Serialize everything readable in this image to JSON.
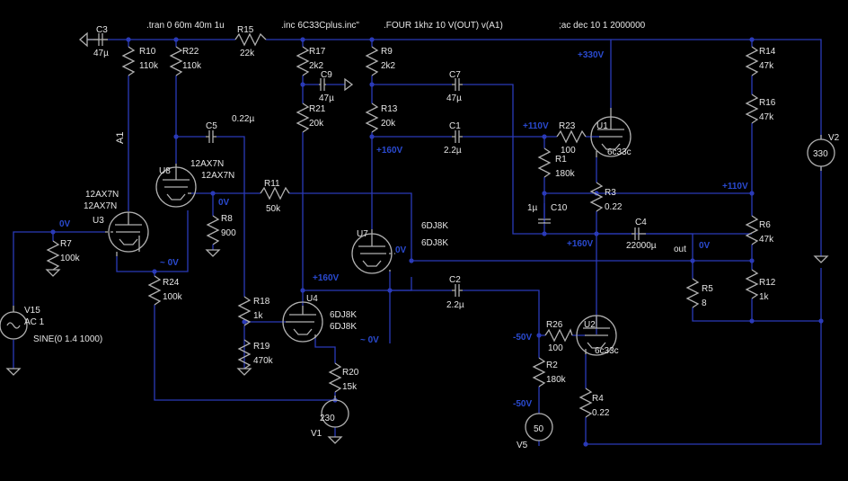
{
  "directives": {
    "tran": ".tran 0 60m 40m 1u",
    "inc": ".inc 6C33Cplus.inc\"",
    "four": ".FOUR 1khz 10 V(OUT) v(A1)",
    "ac": ";ac dec 10 1 2000000"
  },
  "net_labels": {
    "a1": "A1",
    "out": "out",
    "v_0_in": "0V",
    "v_0_u8": "0V",
    "v_0_u7": "0V",
    "v_0_out": "0V",
    "v_approx0_u3": "~ 0V",
    "v_approx0_u4": "~ 0V",
    "v_plus330": "+330V",
    "v_plus110_a": "+110V",
    "v_plus110_b": "+110V",
    "v_plus160_a": "+160V",
    "v_plus160_b": "+160V",
    "v_plus160_c": "+160V",
    "v_minus50_a": "-50V",
    "v_minus50_b": "-50V"
  },
  "components": {
    "C3": {
      "name": "C3",
      "value": "47µ"
    },
    "R10": {
      "name": "R10",
      "value": "110k"
    },
    "R22": {
      "name": "R22",
      "value": "110k"
    },
    "R15": {
      "name": "R15",
      "value": "22k"
    },
    "R17": {
      "name": "R17",
      "value": "2k2"
    },
    "C9": {
      "name": "C9",
      "value": "47µ"
    },
    "R21": {
      "name": "R21",
      "value": "20k"
    },
    "R9": {
      "name": "R9",
      "value": "2k2"
    },
    "C7": {
      "name": "C7",
      "value": "47µ"
    },
    "R13": {
      "name": "R13",
      "value": "20k"
    },
    "C1": {
      "name": "C1",
      "value": "2.2µ"
    },
    "R23": {
      "name": "R23",
      "value": "100"
    },
    "U1": {
      "name": "U1",
      "value": "6c33c"
    },
    "R14": {
      "name": "R14",
      "value": "47k"
    },
    "R16": {
      "name": "R16",
      "value": "47k"
    },
    "V2": {
      "name": "V2",
      "value": "330"
    },
    "C5": {
      "name": "C5",
      "value": "0.22µ"
    },
    "U8": {
      "name": "U8",
      "value": "12AX7N",
      "value2": "12AX7N"
    },
    "U3": {
      "name": "U3",
      "value": "12AX7N",
      "value2": "12AX7N"
    },
    "R11": {
      "name": "R11",
      "value": "50k"
    },
    "R8": {
      "name": "R8",
      "value": "900"
    },
    "R7": {
      "name": "R7",
      "value": "100k"
    },
    "R1": {
      "name": "R1",
      "value": "180k"
    },
    "R3": {
      "name": "R3",
      "value": "0.22"
    },
    "C10": {
      "name": "C10",
      "value": "1µ"
    },
    "U7": {
      "name": "U7",
      "value": "6DJ8K",
      "value2": "6DJ8K"
    },
    "C4": {
      "name": "C4",
      "value": "22000µ"
    },
    "R6": {
      "name": "R6",
      "value": "47k"
    },
    "R24": {
      "name": "R24",
      "value": "100k"
    },
    "R18": {
      "name": "R18",
      "value": "1k"
    },
    "R19": {
      "name": "R19",
      "value": "470k"
    },
    "U4": {
      "name": "U4",
      "value": "6DJ8K",
      "value2": "6DJ8K"
    },
    "C2": {
      "name": "C2",
      "value": "2.2µ"
    },
    "R5": {
      "name": "R5",
      "value": "8"
    },
    "R12": {
      "name": "R12",
      "value": "1k"
    },
    "V15": {
      "name": "V15",
      "value": "AC 1",
      "value2": "SINE(0 1.4 1000)"
    },
    "R26": {
      "name": "R26",
      "value": "100"
    },
    "U2": {
      "name": "U2",
      "value": "6c33c"
    },
    "R2": {
      "name": "R2",
      "value": "180k"
    },
    "R20": {
      "name": "R20",
      "value": "15k"
    },
    "V1": {
      "name": "V1",
      "value": "230"
    },
    "R4": {
      "name": "R4",
      "value": "0.22"
    },
    "V5": {
      "name": "V5",
      "value": "50"
    }
  },
  "colors": {
    "wire": "#2a3ab8",
    "component": "#b0b0b0",
    "text": "#e6e6e6",
    "net_label": "#2a4ad0",
    "background": "#000000"
  }
}
